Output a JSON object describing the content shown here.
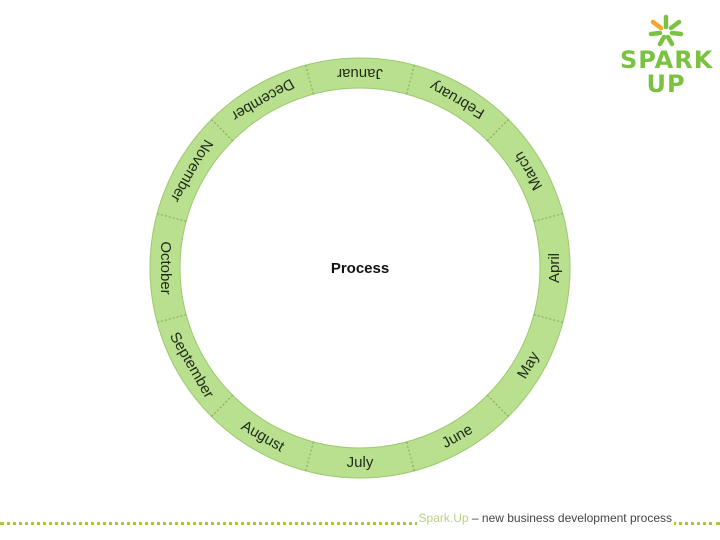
{
  "center_title": "Process",
  "months": [
    "Januar",
    "February",
    "March",
    "April",
    "May",
    "June",
    "July",
    "August",
    "September",
    "October",
    "November",
    "December"
  ],
  "logo": {
    "line1": "SPARK",
    "line2": "UP",
    "color": "#7cc242",
    "star_color": "#7cc242",
    "star_accent": "#f5a623"
  },
  "footer": {
    "brand": "Spark.Up",
    "text": " – new business development process"
  },
  "colors": {
    "ring_fill": "#b9e08e",
    "ring_stroke": "#9cc86e",
    "divider": "#7fa65a",
    "footer_dots": "#a6c93a"
  }
}
